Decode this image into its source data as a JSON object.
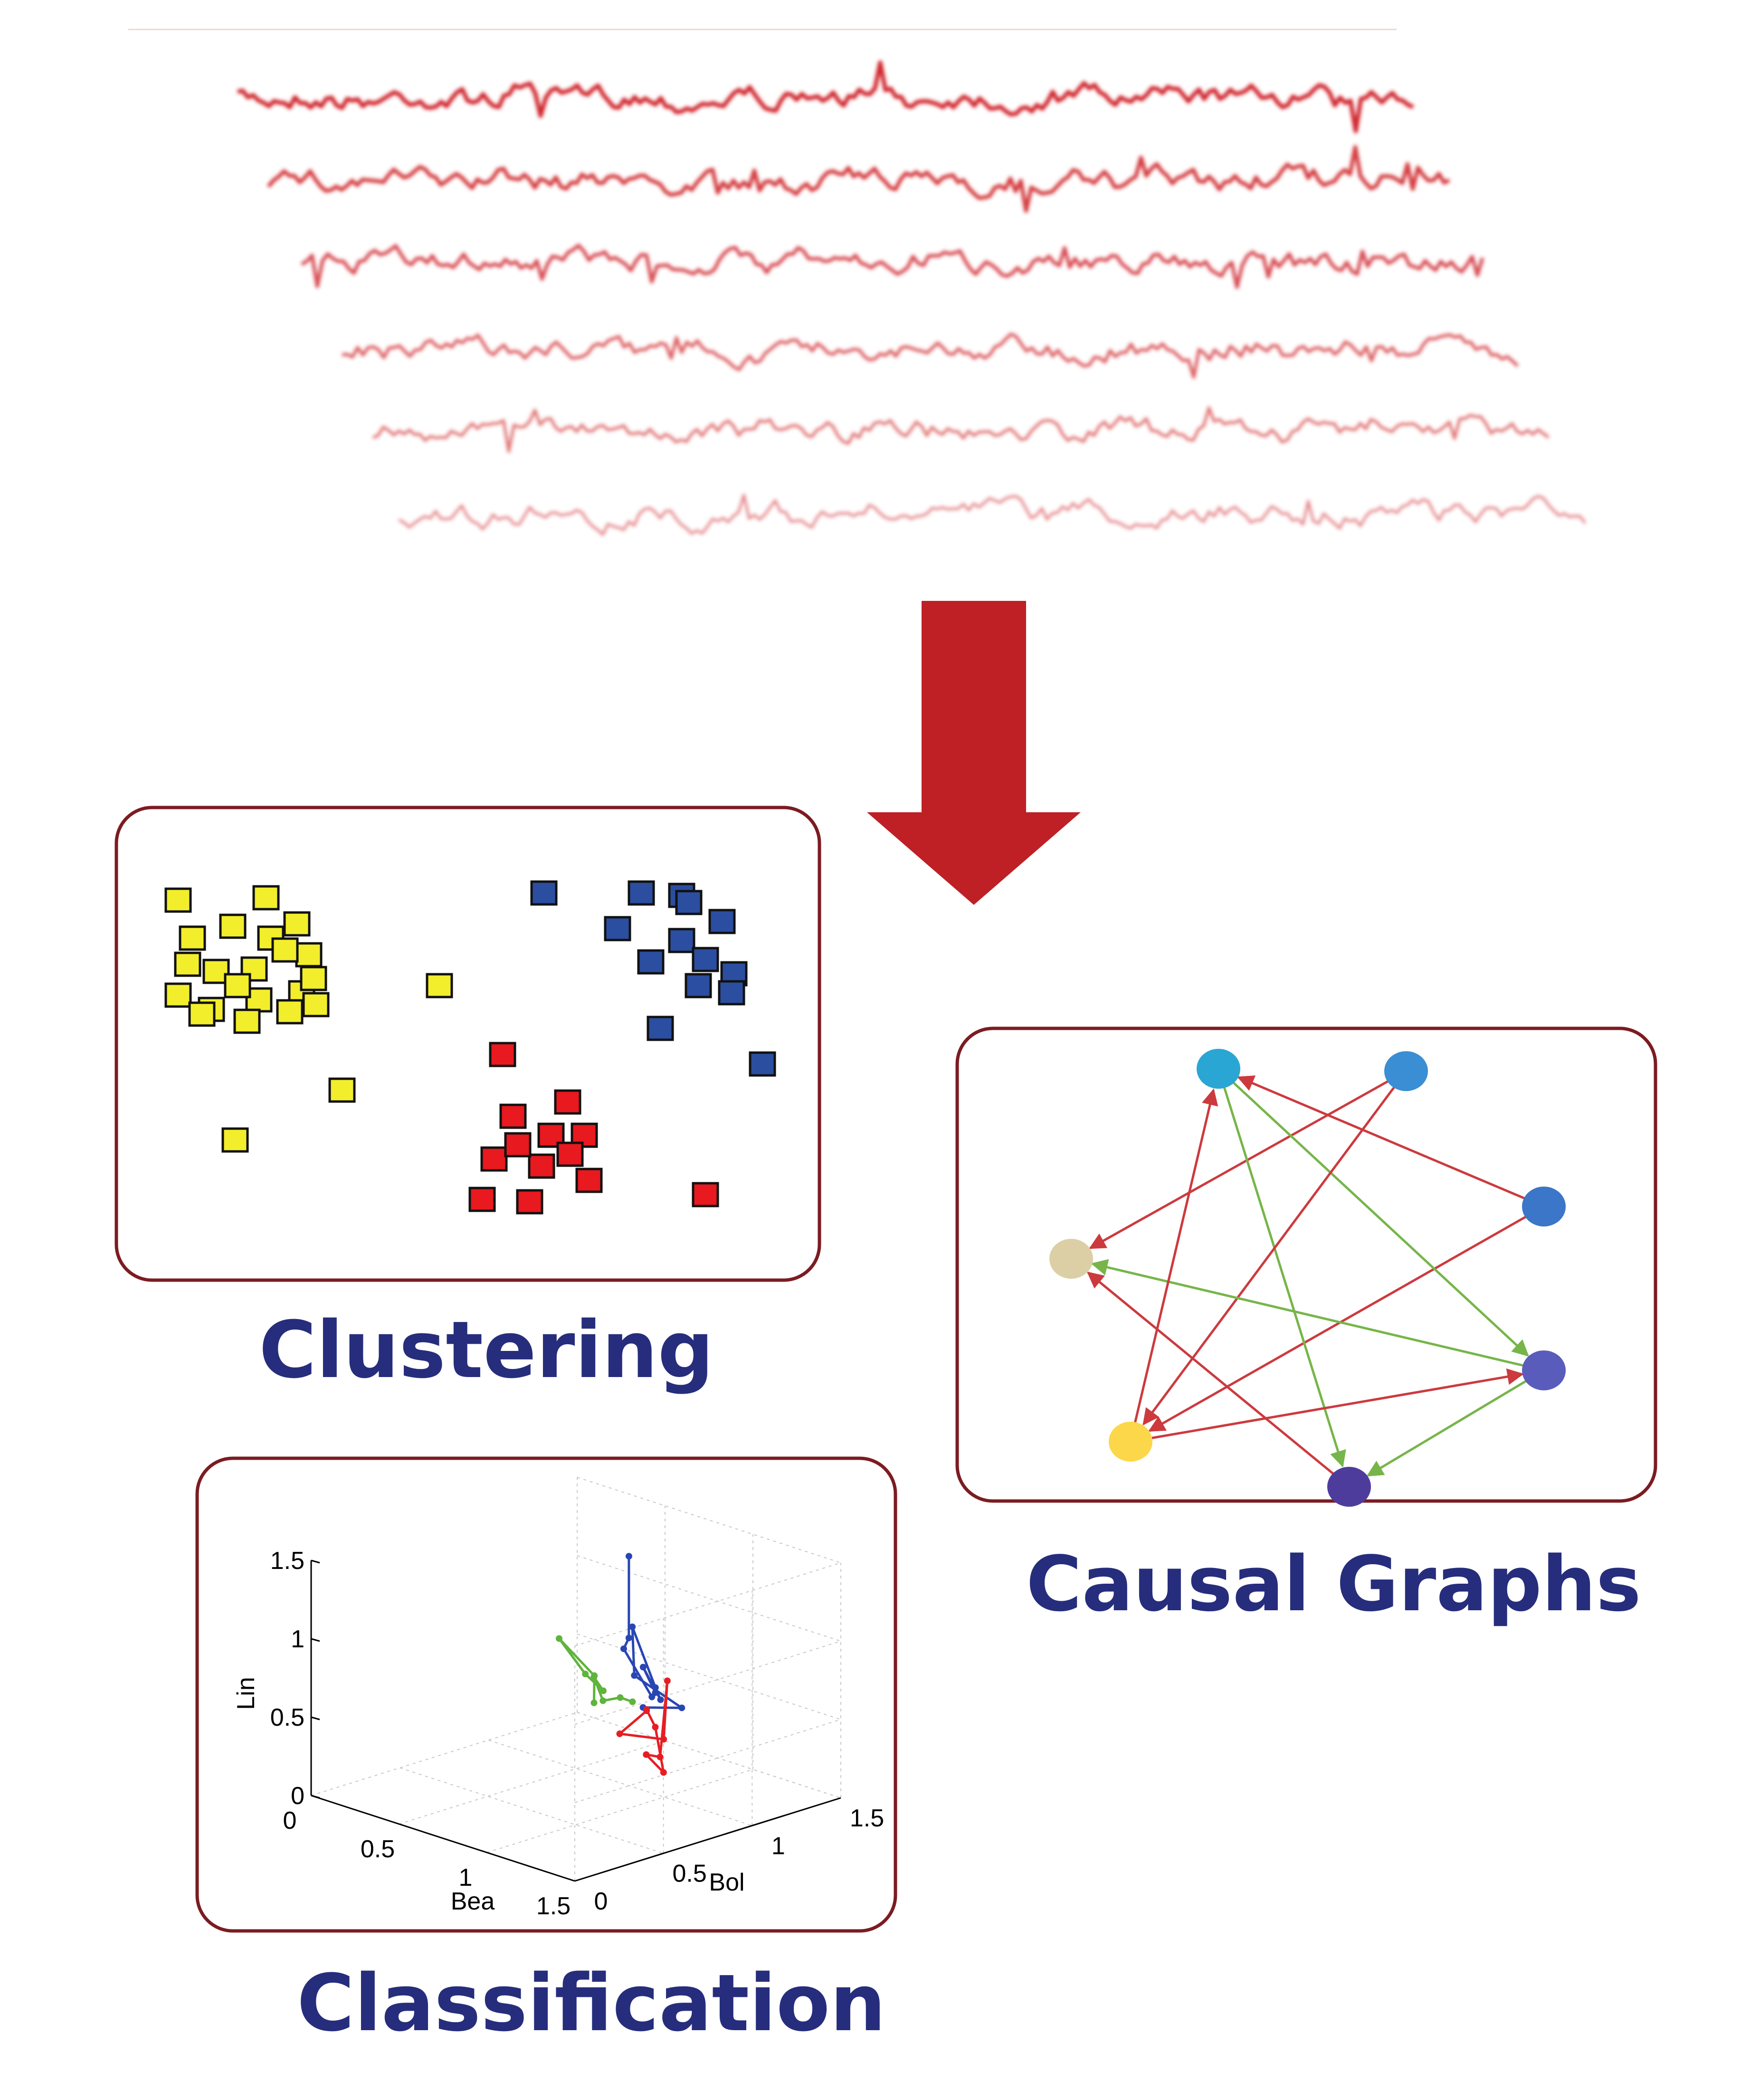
{
  "labels": {
    "clustering": "Clustering",
    "causal_graphs": "Causal Graphs",
    "classification": "Classification"
  },
  "colors": {
    "signal": "#d0282e",
    "arrow": "#be2026",
    "panel_border": "#7b1c21",
    "label": "#262d7c",
    "yellow": "#f2ee2c",
    "blue": "#2b4ea0",
    "red": "#e8191f",
    "green_edge": "#77b54a",
    "red_edge": "#cc3a3e"
  },
  "signals": {
    "count": 6
  },
  "clustering": {
    "yellow_count": 24,
    "blue_count": 14,
    "red_count": 13
  },
  "causal_graph": {
    "nodes": [
      {
        "id": "n1",
        "color": "#2aa6d4"
      },
      {
        "id": "n2",
        "color": "#3a8ed3"
      },
      {
        "id": "n3",
        "color": "#3b76c8"
      },
      {
        "id": "n4",
        "color": "#5a5cbc"
      },
      {
        "id": "n5",
        "color": "#4e3c9c"
      },
      {
        "id": "n6",
        "color": "#fcd74a"
      },
      {
        "id": "n7",
        "color": "#dccfa5"
      }
    ],
    "edges": [
      {
        "from": "n2",
        "to": "n7",
        "color": "red"
      },
      {
        "from": "n3",
        "to": "n1",
        "color": "red"
      },
      {
        "from": "n3",
        "to": "n6",
        "color": "red"
      },
      {
        "from": "n1",
        "to": "n4",
        "color": "green"
      },
      {
        "from": "n1",
        "to": "n5",
        "color": "green"
      },
      {
        "from": "n2",
        "to": "n6",
        "color": "red"
      },
      {
        "from": "n4",
        "to": "n7",
        "color": "green"
      },
      {
        "from": "n4",
        "to": "n5",
        "color": "green"
      },
      {
        "from": "n6",
        "to": "n1",
        "color": "red"
      },
      {
        "from": "n6",
        "to": "n4",
        "color": "red"
      },
      {
        "from": "n5",
        "to": "n7",
        "color": "red"
      }
    ]
  },
  "chart_data": {
    "type": "line3d",
    "xlabel": "Bea",
    "ylabel": "Bol",
    "zlabel": "Lin",
    "x_ticks": [
      "0",
      "0.5",
      "1",
      "1.5"
    ],
    "y_ticks": [
      "0",
      "0.5",
      "1",
      "1.5"
    ],
    "z_ticks": [
      "0",
      "0.5",
      "1",
      "1.5"
    ],
    "xlim": [
      0,
      1.5
    ],
    "ylim": [
      0,
      1.5
    ],
    "zlim": [
      0,
      1.5
    ],
    "grid": true,
    "series": [
      {
        "color": "#2846b4",
        "points": [
          [
            0.92,
            0.88,
            1.55
          ],
          [
            0.95,
            0.85,
            1.05
          ],
          [
            0.85,
            0.92,
            0.92
          ],
          [
            0.98,
            0.95,
            0.65
          ],
          [
            1.05,
            0.9,
            0.72
          ],
          [
            0.9,
            0.98,
            0.8
          ],
          [
            1.1,
            0.88,
            0.7
          ],
          [
            0.95,
            1.0,
            0.68
          ],
          [
            1.0,
            0.82,
            1.15
          ],
          [
            0.88,
            0.95,
            0.75
          ],
          [
            1.12,
            0.98,
            0.62
          ],
          [
            0.98,
            0.9,
            0.6
          ]
        ]
      },
      {
        "color": "#e61e24",
        "points": [
          [
            0.95,
            0.95,
            0.55
          ],
          [
            1.15,
            0.6,
            0.6
          ],
          [
            1.35,
            0.65,
            0.62
          ],
          [
            1.3,
            0.72,
            0.95
          ],
          [
            1.4,
            0.58,
            0.55
          ],
          [
            1.2,
            0.7,
            0.45
          ],
          [
            1.45,
            0.55,
            0.48
          ],
          [
            1.05,
            0.9,
            0.5
          ],
          [
            0.98,
            0.92,
            0.58
          ]
        ]
      },
      {
        "color": "#5fb43c",
        "points": [
          [
            0.55,
            1.05,
            0.42
          ],
          [
            0.35,
            1.25,
            0.45
          ],
          [
            0.2,
            1.2,
            0.65
          ],
          [
            0.45,
            1.1,
            0.55
          ],
          [
            0.3,
            1.35,
            0.3
          ],
          [
            0.6,
            1.0,
            0.62
          ],
          [
            0.5,
            1.15,
            0.38
          ],
          [
            0.8,
            0.95,
            0.58
          ],
          [
            0.9,
            0.92,
            0.6
          ]
        ]
      }
    ]
  }
}
